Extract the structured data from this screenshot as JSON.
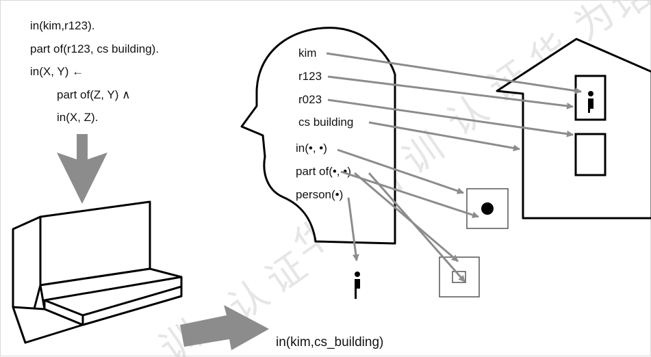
{
  "program": {
    "line1": "in(kim,r123).",
    "line2": "part of(r123, cs building).",
    "line3": "in(X, Y) ←",
    "line4": "part of(Z, Y) ∧",
    "line5": "in(X, Z)."
  },
  "head_symbols": {
    "kim": "kim",
    "r123": "r123",
    "r023": "r023",
    "cs_building": "cs building",
    "in_rel": "in(•, •)",
    "part_of_rel": "part of(•, •)",
    "person_rel": "person(•)"
  },
  "result": "in(kim,cs_building)",
  "watermark": {
    "c1": "华",
    "c2": "为",
    "c3": "培",
    "c4": "训",
    "c5": "认",
    "c6": "证"
  },
  "colors": {
    "arrow": "#8c8c8c",
    "outline": "#000000",
    "watermark": "#c9c9c9"
  }
}
